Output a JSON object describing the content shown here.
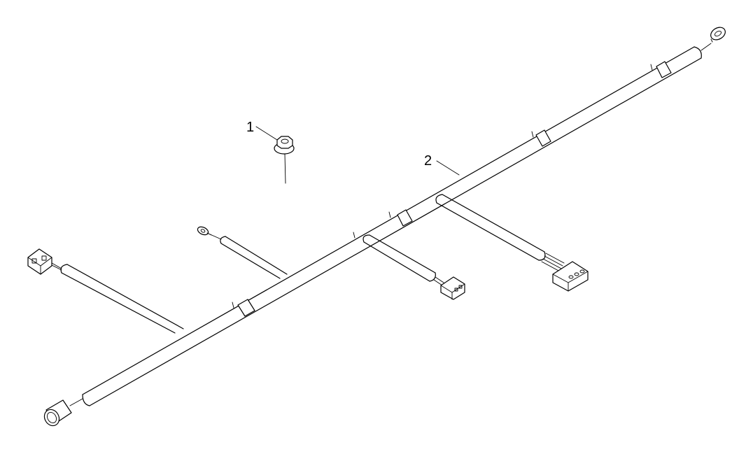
{
  "diagram": {
    "callouts": [
      {
        "id": "1",
        "label": "1"
      },
      {
        "id": "2",
        "label": "2"
      }
    ],
    "colors": {
      "line": "#000000",
      "background": "#ffffff"
    },
    "components": [
      "flange-nut-icon",
      "wiring-harness-trunk",
      "ring-terminal-icon",
      "grommet-icon",
      "connector-icon"
    ]
  }
}
